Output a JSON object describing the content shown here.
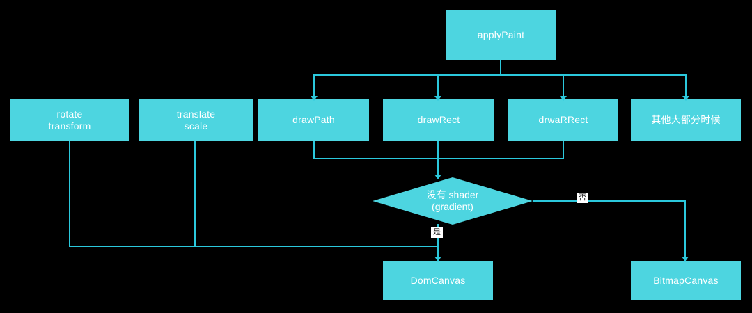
{
  "diagram": {
    "title": "applyPaint canvas selection flowchart",
    "background_color": "#000000",
    "node_fill": "#4DD5E0",
    "node_text_color": "#FFFFFF",
    "edge_color": "#2BC8DC",
    "edge_label_bg": "#FFFFFF"
  },
  "nodes": {
    "apply_paint": {
      "label": "applyPaint"
    },
    "rotate_transform": {
      "label": "rotate\ntransform"
    },
    "translate_scale": {
      "label": "translate\nscale"
    },
    "draw_path": {
      "label": "drawPath"
    },
    "draw_rect": {
      "label": "drawRect"
    },
    "drwa_rrect": {
      "label": "drwaRRect"
    },
    "other_cases": {
      "label": "其他大部分时候"
    },
    "decision_shader": {
      "label": "没有 shader\n(gradient)"
    },
    "dom_canvas": {
      "label": "DomCanvas"
    },
    "bitmap_canvas": {
      "label": "BitmapCanvas"
    }
  },
  "edge_labels": {
    "yes": "是",
    "no": "否"
  }
}
